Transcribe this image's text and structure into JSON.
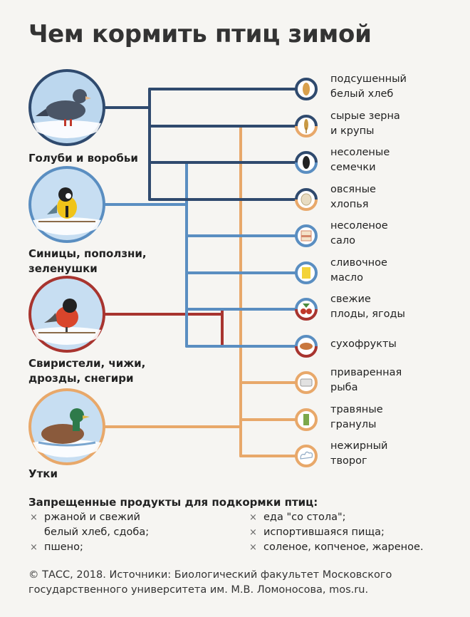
{
  "title": "Чем кормить птиц зимой",
  "colors": {
    "pigeons": "#2f4a6e",
    "tits": "#5a8ec1",
    "waxwings": "#a8342f",
    "ducks": "#e8a86a"
  },
  "birds": [
    {
      "id": "pigeons",
      "label_lines": [
        "Голуби и воробьи"
      ],
      "icon": "pigeon-icon"
    },
    {
      "id": "tits",
      "label_lines": [
        "Синицы, поползни,",
        "зеленушки"
      ],
      "icon": "tit-icon"
    },
    {
      "id": "waxwings",
      "label_lines": [
        "Свиристели, чижи,",
        "дрозды, снегири"
      ],
      "icon": "bullfinch-icon"
    },
    {
      "id": "ducks",
      "label_lines": [
        "Утки"
      ],
      "icon": "duck-icon"
    }
  ],
  "foods": [
    {
      "label_lines": [
        "подсушенный",
        "белый хлеб"
      ],
      "icon": "bread-icon",
      "eaten_by": [
        "pigeons"
      ]
    },
    {
      "label_lines": [
        "сырые зерна",
        "и крупы"
      ],
      "icon": "grain-icon",
      "eaten_by": [
        "pigeons",
        "ducks"
      ]
    },
    {
      "label_lines": [
        "несоленые",
        "семечки"
      ],
      "icon": "seeds-icon",
      "eaten_by": [
        "pigeons",
        "tits"
      ]
    },
    {
      "label_lines": [
        "овсяные",
        "хлопья"
      ],
      "icon": "oat-flakes-icon",
      "eaten_by": [
        "pigeons",
        "tits",
        "ducks"
      ]
    },
    {
      "label_lines": [
        "несоленое",
        "сало"
      ],
      "icon": "lard-icon",
      "eaten_by": [
        "tits"
      ]
    },
    {
      "label_lines": [
        "сливочное",
        "масло"
      ],
      "icon": "butter-icon",
      "eaten_by": [
        "tits"
      ]
    },
    {
      "label_lines": [
        "свежие",
        "плоды, ягоды"
      ],
      "icon": "berries-icon",
      "eaten_by": [
        "tits",
        "waxwings"
      ]
    },
    {
      "label_lines": [
        "сухофрукты"
      ],
      "icon": "dried-fruit-icon",
      "eaten_by": [
        "tits",
        "waxwings"
      ]
    },
    {
      "label_lines": [
        "приваренная",
        "рыба"
      ],
      "icon": "fish-icon",
      "eaten_by": [
        "ducks"
      ]
    },
    {
      "label_lines": [
        "травяные",
        "гранулы"
      ],
      "icon": "pellets-icon",
      "eaten_by": [
        "ducks"
      ]
    },
    {
      "label_lines": [
        "нежирный",
        "творог"
      ],
      "icon": "cottage-cheese-icon",
      "eaten_by": [
        "ducks"
      ]
    }
  ],
  "forbidden": {
    "title": "Запрещенные продукты для подкормки птиц:",
    "marker": "×",
    "left": [
      [
        "ржаной и свежий",
        "белый хлеб, сдоба;"
      ],
      [
        "пшено;"
      ]
    ],
    "right": [
      [
        "еда \"со стола\";"
      ],
      [
        "испортившаяся пища;"
      ],
      [
        "соленое, копченое, жареное."
      ]
    ]
  },
  "footer_lines": [
    "© ТАСС, 2018. Источники: Биологический факультет Московского",
    "государственного университета им. М.В. Ломоносова, mos.ru."
  ]
}
